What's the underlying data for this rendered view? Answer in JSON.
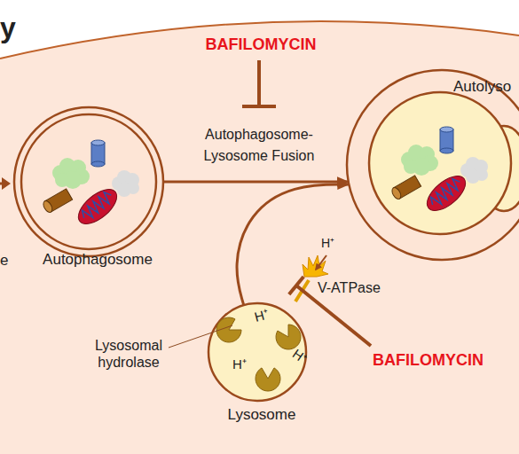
{
  "diagram": {
    "nodes": [
      {
        "text": [
          "Autophagosome"
        ]
      },
      {
        "text": [
          "Lysosome"
        ]
      },
      {
        "text": [
          "Autolyso"
        ]
      }
    ],
    "edges": [
      {
        "from": 0,
        "to": 2,
        "arrow": "to",
        "label": "Autophagosome-Lysosome Fusion"
      },
      {
        "from": 1,
        "to": 2,
        "arrow": "to"
      }
    ],
    "labels": [
      "y",
      "e",
      "BAFILOMYCIN",
      "H⁺",
      "V-ATPase",
      "Lysosomal hydrolase",
      "H⁺",
      "H⁺",
      "H⁺",
      "BAFILOMYCIN"
    ]
  }
}
